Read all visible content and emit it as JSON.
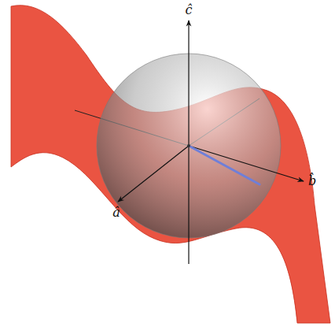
{
  "diagram": {
    "labels": [
      "ĉ",
      "b̂",
      "â"
    ]
  }
}
